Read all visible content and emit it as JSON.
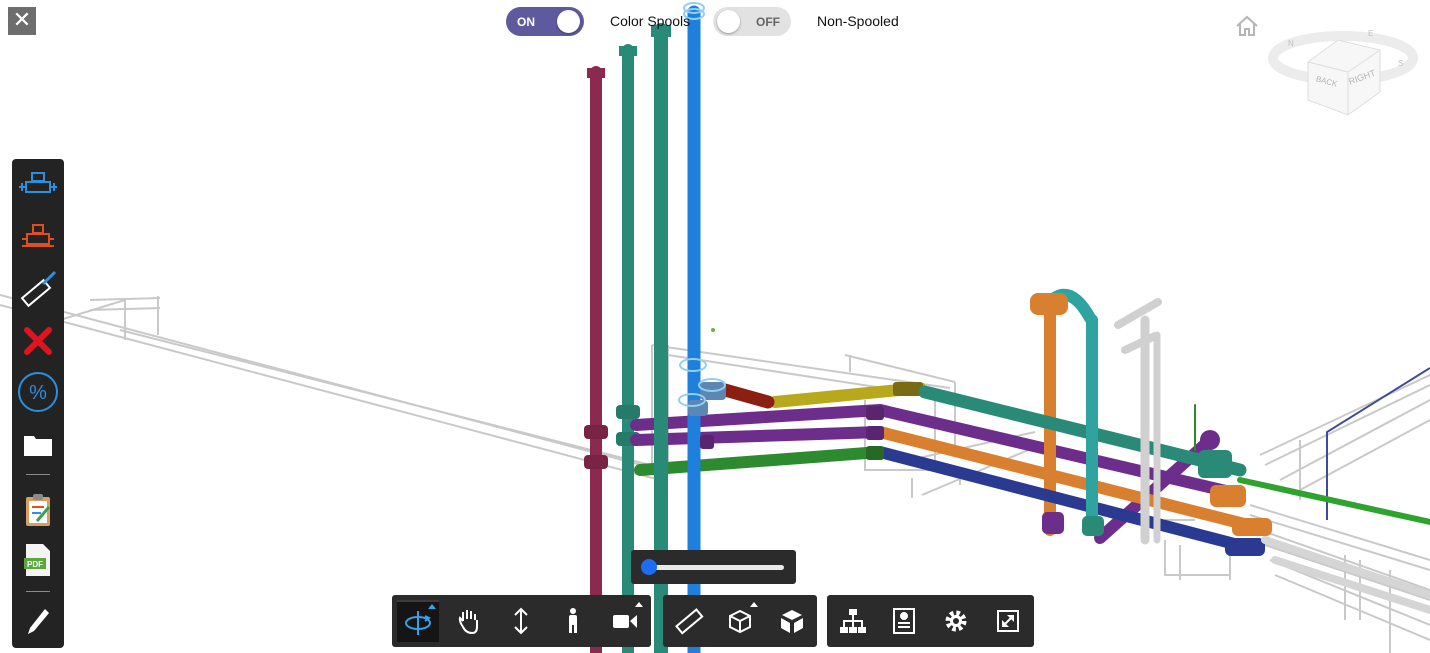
{
  "window": {
    "close_label": "✕"
  },
  "header": {
    "color_spools": {
      "state_label": "ON",
      "label": "Color Spools"
    },
    "non_spooled": {
      "state_label": "OFF",
      "label": "Non-Spooled"
    }
  },
  "left_toolbar": {
    "items": [
      {
        "icon": "spool-blue-icon"
      },
      {
        "icon": "spool-red-icon"
      },
      {
        "icon": "ruler-icon"
      },
      {
        "icon": "delete-x-icon"
      },
      {
        "icon": "percent-icon"
      },
      {
        "icon": "folder-icon"
      },
      {
        "icon": "clipboard-icon"
      },
      {
        "icon": "pdf-icon",
        "badge": "PDF"
      },
      {
        "icon": "pencil-icon"
      }
    ]
  },
  "section_slider": {
    "value_fraction": 0.0
  },
  "bottom_toolbar": {
    "groups": [
      [
        "orbit-icon",
        "pan-hand-icon",
        "dolly-icon",
        "walk-person-icon",
        "camera-icon"
      ],
      [
        "measure-ruler-icon",
        "section-box-icon",
        "explode-cube-icon"
      ],
      [
        "model-tree-icon",
        "properties-icon",
        "settings-gear-icon",
        "fullscreen-icon"
      ]
    ]
  },
  "viewcube": {
    "face_right": "RIGHT",
    "face_back": "BACK",
    "compass_n": "N",
    "compass_e": "E",
    "compass_s": "S"
  },
  "colors": {
    "accent": "#5e5a9d",
    "toolbar_bg": "#2b2b2b",
    "pipe_crimson": "#8b2a4e",
    "pipe_teal": "#2a8a78",
    "pipe_blue": "#1e7fdc",
    "pipe_purple": "#6d2d8a",
    "pipe_orange": "#d98030",
    "pipe_green": "#2e8a2e",
    "pipe_navy": "#2a3a90",
    "pipe_yellow": "#b8a81c",
    "pipe_red": "#8a1f12",
    "pipe_aqua": "#2fa3a0"
  }
}
